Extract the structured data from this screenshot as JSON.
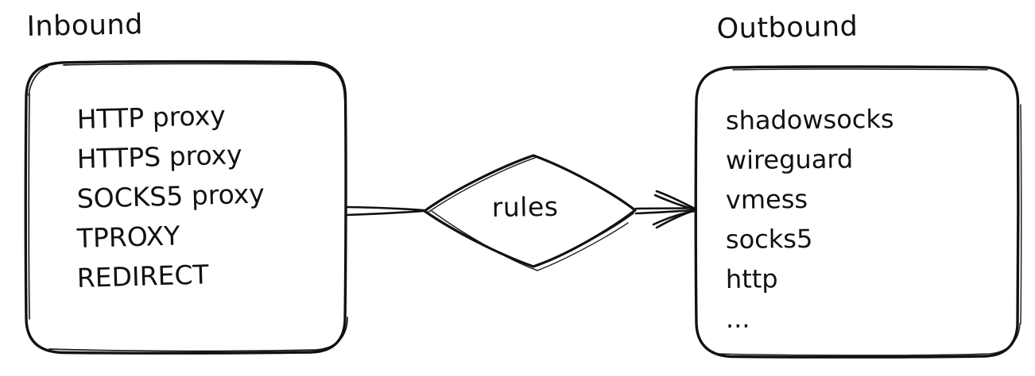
{
  "diagram": {
    "background_color": "#ffffff",
    "stroke_color": "#111111",
    "style": "hand-drawn-sketch",
    "inbound": {
      "title": "Inbound",
      "items": [
        "HTTP proxy",
        "HTTPS proxy",
        "SOCKS5 proxy",
        "TPROXY",
        "REDIRECT"
      ]
    },
    "rules": {
      "label": "rules"
    },
    "outbound": {
      "title": "Outbound",
      "items": [
        "shadowsocks",
        "wireguard",
        "vmess",
        "socks5",
        "http",
        "..."
      ]
    },
    "connectors": {
      "inbound_to_rules": "line",
      "rules_to_outbound": "arrow"
    }
  }
}
